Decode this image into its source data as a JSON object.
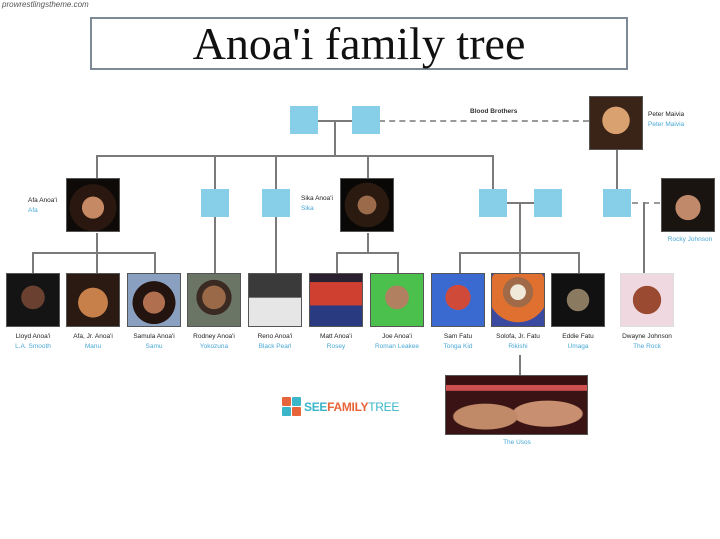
{
  "watermark": "prowrestlingstheme.com",
  "title": "Anoa'i family tree",
  "blood_brothers_label": "Blood Brothers",
  "colors": {
    "node": "#87cfe8",
    "alias": "#4aa8d6",
    "title_border": "#7d8a95",
    "line": "#7a7a7a",
    "logo_orange": "#e8643a",
    "logo_teal": "#3bb6c9"
  },
  "generation1": {
    "peter_maivia": {
      "name": "Peter Maivia",
      "alias": "Peter Maivia"
    }
  },
  "generation2": {
    "afa": {
      "name": "Afa Anoa'i",
      "alias": "Afa"
    },
    "sika": {
      "name": "Sika Anoa'i",
      "alias": "Sika"
    },
    "rocky_johnson": {
      "name": "Rocky Johnson",
      "alias": "Rocky Johnson"
    }
  },
  "generation3": [
    {
      "name": "Lloyd Anoa'i",
      "alias": "L.A. Smooth",
      "photo_bg": "#1a1a1a",
      "photo_fg": "#5a3a28"
    },
    {
      "name": "Afa, Jr. Anoa'i",
      "alias": "Manu",
      "photo_bg": "#2a1a12",
      "photo_fg": "#c07a45"
    },
    {
      "name": "Samula Anoa'i",
      "alias": "Samu",
      "photo_bg": "#8aa0c0",
      "photo_fg": "#6a3a22"
    },
    {
      "name": "Rodney Anoa'i",
      "alias": "Yokozuna",
      "photo_bg": "#6b7565",
      "photo_fg": "#8a5a3a"
    },
    {
      "name": "Reno Anoa'i",
      "alias": "Black Pearl",
      "photo_bg": "#3a3a3a",
      "photo_fg": "#e8e8e8"
    },
    {
      "name": "Matt Anoa'i",
      "alias": "Rosey",
      "photo_bg": "#2a2030",
      "photo_fg": "#d04030"
    },
    {
      "name": "Joe Anoa'i",
      "alias": "Roman Leakee",
      "photo_bg": "#4cc04c",
      "photo_fg": "#a87a5a"
    },
    {
      "name": "Sam Fatu",
      "alias": "Tonga Kid",
      "photo_bg": "#3a6ad0",
      "photo_fg": "#d04a3a"
    },
    {
      "name": "Solofa, Jr. Fatu",
      "alias": "Rikishi",
      "photo_bg": "#3a4aa0",
      "photo_fg": "#e07030"
    },
    {
      "name": "Eddie Fatu",
      "alias": "Umaga",
      "photo_bg": "#111111",
      "photo_fg": "#8a7a60"
    },
    {
      "name": "Dwayne Johnson",
      "alias": "The Rock",
      "photo_bg": "#f0d8e0",
      "photo_fg": "#9a4a30"
    }
  ],
  "generation4": {
    "usos": {
      "alias": "The Usos"
    }
  },
  "logo": {
    "part1": "SEE",
    "part2": "FAMILY",
    "part3": "TREE"
  }
}
